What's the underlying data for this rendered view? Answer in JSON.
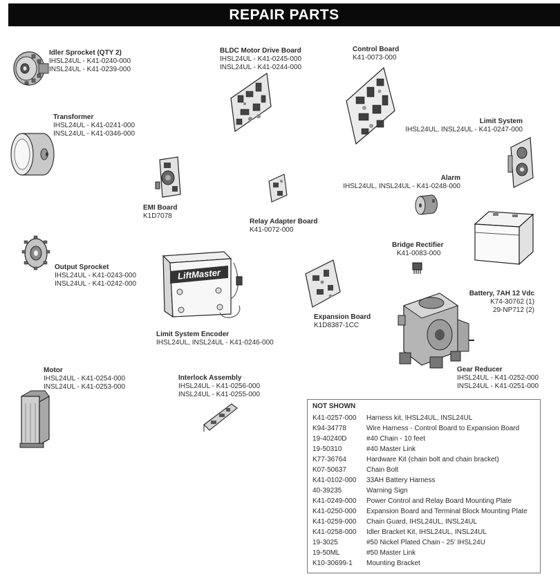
{
  "title": "REPAIR PARTS",
  "parts": {
    "idler_sprocket": {
      "name": "Idler Sprocket (QTY 2)",
      "lines": [
        "IHSL24UL - K41-0240-000",
        "INSL24UL - K41-0239-000"
      ]
    },
    "transformer": {
      "name": "Transformer",
      "lines": [
        "IHSL24UL - K41-0241-000",
        "INSL24UL - K41-0346-000"
      ]
    },
    "bldc_board": {
      "name": "BLDC Motor Drive Board",
      "lines": [
        "IHSL24UL - K41-0245-000",
        "INSL24UL - K41-0244-000"
      ]
    },
    "control_board": {
      "name": "Control Board",
      "lines": [
        "K41-0073-000"
      ]
    },
    "limit_system": {
      "name": "Limit System",
      "lines": [
        "IHSL24UL, INSL24UL - K41-0247-000"
      ]
    },
    "alarm": {
      "name": "Alarm",
      "lines": [
        "IHSL24UL, INSL24UL - K41-0248-000"
      ]
    },
    "emi_board": {
      "name": "EMI Board",
      "lines": [
        "K1D7078"
      ]
    },
    "relay_adapter_board": {
      "name": "Relay Adapter Board",
      "lines": [
        "K41-0072-000"
      ]
    },
    "output_sprocket": {
      "name": "Output Sprocket",
      "lines": [
        "IHSL24UL - K41-0243-000",
        "INSL24UL - K41-0242-000"
      ]
    },
    "bridge_rectifier": {
      "name": "Bridge Rectifier",
      "lines": [
        "K41-0083-000"
      ]
    },
    "battery": {
      "name": "Battery, 7AH 12 Vdc",
      "lines": [
        "K74-30762 (1)",
        "29-NP712 (2)"
      ]
    },
    "limit_encoder": {
      "name": "Limit System Encoder",
      "lines": [
        "IHSL24UL, INSL24UL - K41-0246-000"
      ]
    },
    "expansion_board": {
      "name": "Expansion Board",
      "lines": [
        "K1D8387-1CC"
      ]
    },
    "gear_reducer": {
      "name": "Gear Reducer",
      "lines": [
        "IHSL24UL - K41-0252-000",
        "INSL24UL - K41-0251-000"
      ]
    },
    "motor": {
      "name": "Motor",
      "lines": [
        "IHSL24UL - K41-0254-000",
        "INSL24UL - K41-0253-000"
      ]
    },
    "interlock_assembly": {
      "name": "Interlock Assembly",
      "lines": [
        "IHSL24UL - K41-0256-000",
        "INSL24UL - K41-0255-000"
      ]
    }
  },
  "encoder_brand": "LiftMaster",
  "not_shown": {
    "title": "NOT SHOWN",
    "rows": [
      {
        "code": "K41-0257-000",
        "desc": "Harness kit, IHSL24UL, INSL24UL"
      },
      {
        "code": "K94-34778",
        "desc": "Wire Harness - Control Board to Expansion Board"
      },
      {
        "code": "19-40240D",
        "desc": "#40 Chain - 10 feet"
      },
      {
        "code": "19-50310",
        "desc": "#40 Master Link"
      },
      {
        "code": "K77-36764",
        "desc": "Hardware Kit (chain bolt and chain bracket)"
      },
      {
        "code": "K07-50637",
        "desc": "Chain Bolt"
      },
      {
        "code": "K41-0102-000",
        "desc": "33AH Battery Harness"
      },
      {
        "code": "40-39235",
        "desc": "Warning Sign"
      },
      {
        "code": "K41-0249-000",
        "desc": "Power Control and Relay Board Mounting Plate"
      },
      {
        "code": "K41-0250-000",
        "desc": "Expansion Board and Terminal Block Mounting Plate"
      },
      {
        "code": "K41-0259-000",
        "desc": "Chain Guard, IHSL24UL, INSL24UL"
      },
      {
        "code": "K41-0258-000",
        "desc": "Idler Bracket Kit, IHSL24UL, INSL24UL"
      },
      {
        "code": "19-3025",
        "desc": "#50 Nickel Plated Chain - 25’ IHSL24U"
      },
      {
        "code": "19-50ML",
        "desc": "#50 Master Link"
      },
      {
        "code": "K10-30699-1",
        "desc": "Mounting Bracket"
      }
    ]
  }
}
